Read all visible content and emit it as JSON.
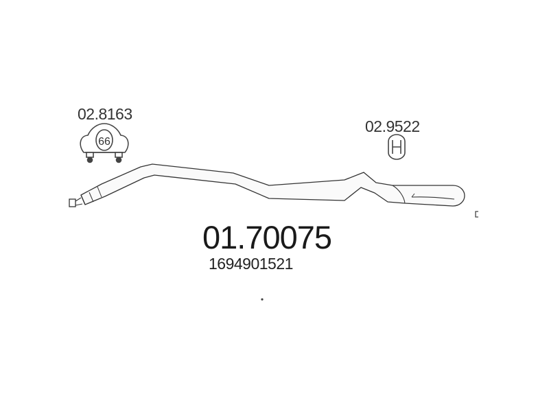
{
  "clamp": {
    "code": "02.8163",
    "size": "66",
    "icon": "exhaust-clamp-icon"
  },
  "hanger": {
    "code": "02.9522",
    "icon": "rubber-hanger-icon"
  },
  "part": {
    "number": "01.70075",
    "oe_number": "1694901521",
    "icon": "exhaust-pipe-icon"
  }
}
